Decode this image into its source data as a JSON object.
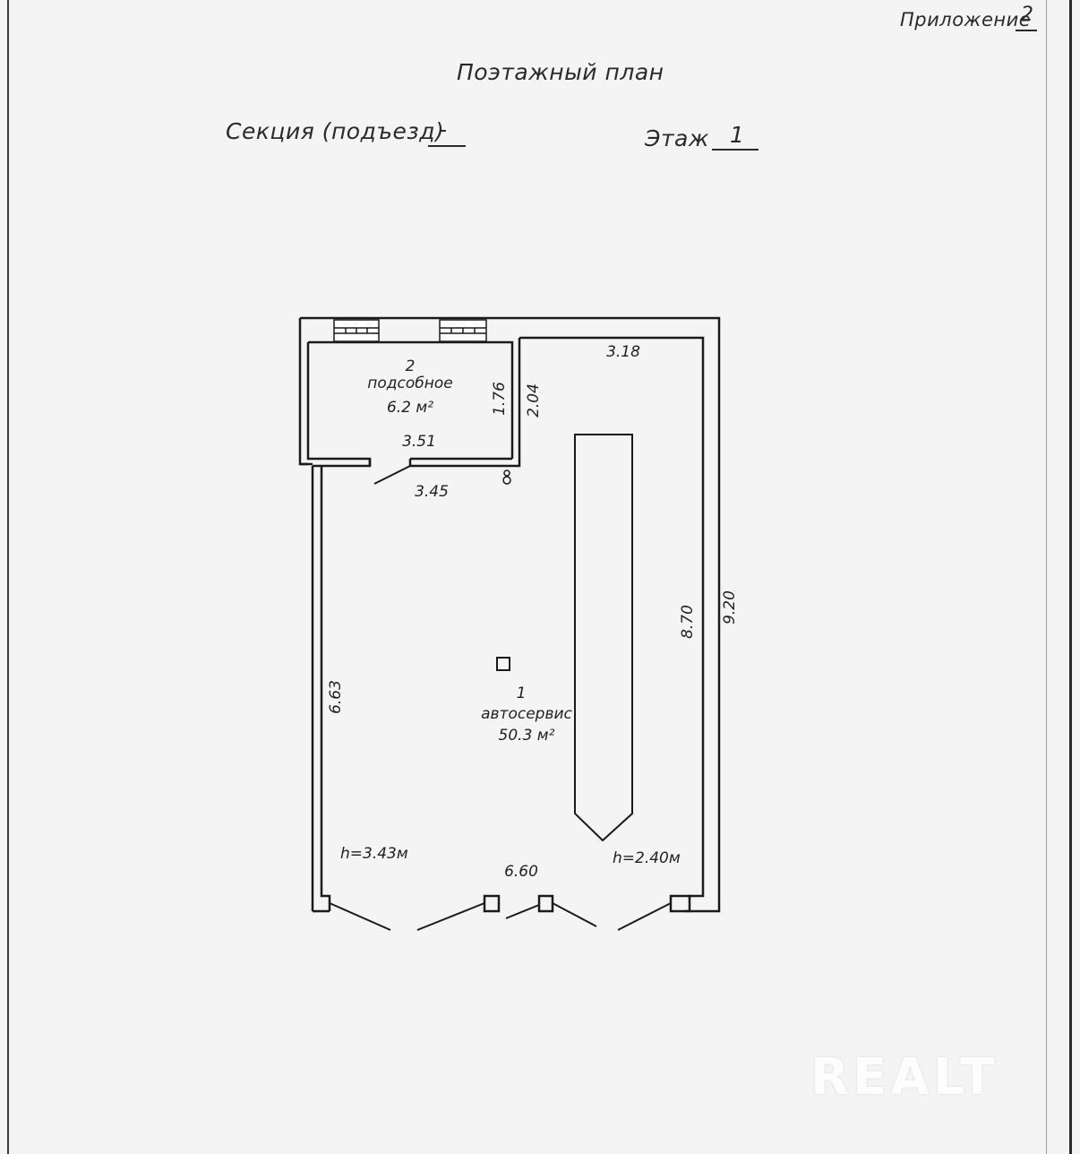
{
  "header": {
    "attachment_label": "Приложение",
    "attachment_number": "2",
    "title": "Поэтажный план",
    "section_label": "Секция (подъезд)",
    "section_value": "-",
    "floor_label": "Этаж",
    "floor_value": "1"
  },
  "rooms": [
    {
      "number": "2",
      "name": "подсобное",
      "area": "6.2 м²"
    },
    {
      "number": "1",
      "name": "автосервис",
      "area": "50.3 м²"
    }
  ],
  "dimensions": {
    "room2_width": "3.51",
    "room2_height": "1.76",
    "room2_outer_height": "2.04",
    "opening_width": "3.45",
    "top_width": "3.18",
    "inner_right_height": "8.70",
    "outer_right_height": "9.20",
    "left_height": "6.63",
    "bottom_width": "6.60"
  },
  "heights": {
    "left": "h=3.43м",
    "right": "h=2.40м"
  },
  "watermark": "REALT"
}
